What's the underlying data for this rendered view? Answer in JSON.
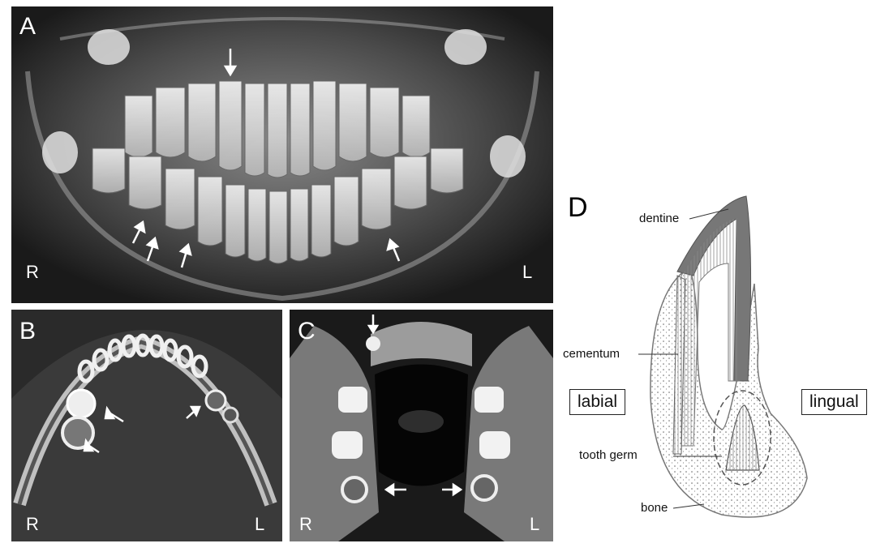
{
  "panels": {
    "a": {
      "letter": "A",
      "right_side": "R",
      "left_side": "L"
    },
    "b": {
      "letter": "B",
      "right_side": "R",
      "left_side": "L"
    },
    "c": {
      "letter": "C",
      "right_side": "R",
      "left_side": "L"
    },
    "d": {
      "letter": "D",
      "orientation_labels": {
        "labial": "labial",
        "lingual": "lingual"
      },
      "annotations": {
        "dentine": "dentine",
        "cementum": "cementum",
        "tooth_germ": "tooth germ",
        "bone": "bone"
      }
    }
  },
  "colors": {
    "arrow": "#ffffff",
    "radiograph_dark": "#1c1c1c",
    "bone_line": "#7a7a7a"
  }
}
